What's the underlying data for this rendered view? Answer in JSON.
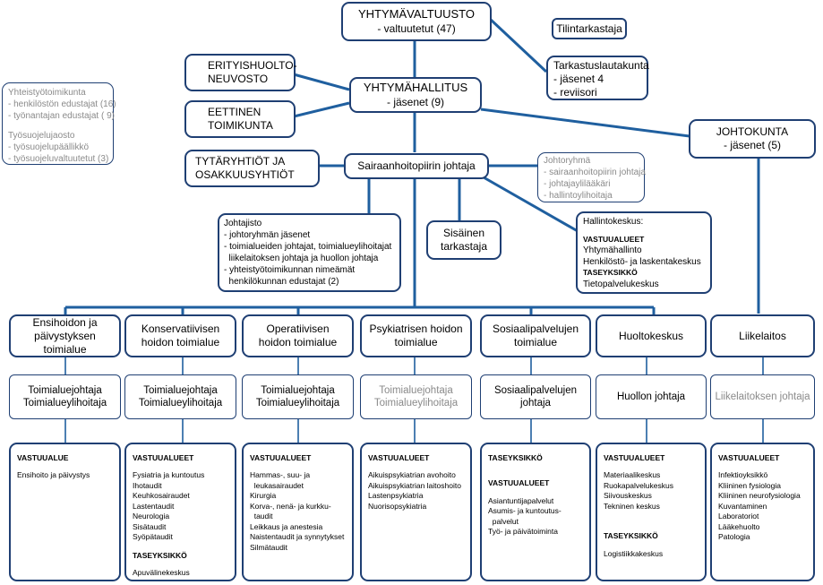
{
  "top": {
    "valtuusto": [
      "YHTYMÄVALTUUSTO",
      "- valtuutetut (47)"
    ],
    "tilintarkastaja": "Tilintarkastaja",
    "tarkastuslautakunta": [
      "Tarkastuslautakunta",
      "- jäsenet 4",
      "- reviisori"
    ],
    "erityishuolto": [
      "ERITYISHUOLTO-",
      "NEUVOSTO"
    ],
    "hallitus": [
      "YHTYMÄHALLITUS",
      "- jäsenet (9)"
    ],
    "eettinen": [
      "EETTINEN",
      "TOIMIKUNTA"
    ],
    "johtokunta": [
      "JOHTOKUNTA",
      "- jäsenet (5)"
    ],
    "tytaryhtiot": [
      "TYTÄRYHTIÖT JA",
      "OSAKKUUSYHTIÖT"
    ],
    "johtaja": "Sairaanhoitopiirin johtaja",
    "sisainen": [
      "Sisäinen",
      "tarkastaja"
    ]
  },
  "side": {
    "yhteistyo": [
      "Yhteistyötoimikunta",
      "- henkilöstön edustajat (16)",
      "- työnantajan edustajat ( 9)"
    ],
    "tyosuojelu": [
      "Työsuojelujaosto",
      "- työsuojelupäällikkö",
      "- työsuojeluvaltuutetut (3)"
    ]
  },
  "johtoryhma": [
    "Johtoryhmä",
    "- sairaanhoitopiirin johtaja",
    "- johtajaylilääkäri",
    "- hallintoylihoitaja"
  ],
  "johtajisto": [
    "Johtajisto",
    "- johtoryhmän jäsenet",
    "- toimialueiden johtajat, toimialueylihoitajat",
    "  liikelaitoksen johtaja ja huollon johtaja",
    "- yhteistyötoimikunnan nimeämät",
    "  henkilökunnan edustajat (2)"
  ],
  "hallintokeskus": {
    "title": "Hallintokeskus:",
    "vastuu_head": "VASTUUALUEET",
    "vastuu": [
      "Yhtymähallinto",
      "Henkilöstö- ja laskentakeskus"
    ],
    "tase_head": "TASEYKSIKKÖ",
    "tase": [
      "Tietopalvelukeskus"
    ]
  },
  "columns": [
    {
      "name": [
        "Ensihoidon ja",
        "päivystyksen",
        "toimialue"
      ],
      "lead": [
        "Toimialuejohtaja",
        "Toimialueylihoitaja"
      ],
      "sections": [
        {
          "head": "VASTUUALUE",
          "items": [
            "Ensihoito ja päivystys"
          ]
        }
      ]
    },
    {
      "name": [
        "Konservatiivisen",
        "hoidon toimialue"
      ],
      "lead": [
        "Toimialuejohtaja",
        "Toimialueylihoitaja"
      ],
      "sections": [
        {
          "head": "VASTUUALUEET",
          "items": [
            "Fysiatria ja kuntoutus",
            "Ihotaudit",
            "Keuhkosairaudet",
            "Lastentaudit",
            "Neurologia",
            "Sisätaudit",
            "Syöpätaudit"
          ]
        },
        {
          "head": "TASEYKSIKKÖ",
          "items": [
            "Apuvälinekeskus"
          ]
        }
      ]
    },
    {
      "name": [
        "Operatiivisen",
        "hoidon toimialue"
      ],
      "lead": [
        "Toimialuejohtaja",
        "Toimialueylihoitaja"
      ],
      "sections": [
        {
          "head": "VASTUUALUEET",
          "items": [
            "Hammas-, suu- ja",
            "  leukasairaudet",
            "Kirurgia",
            "Korva-, nenä- ja kurkku-",
            "  taudit",
            "Leikkaus ja anestesia",
            "Naistentaudit ja synnytykset",
            "Silmätaudit"
          ]
        }
      ]
    },
    {
      "name": [
        "Psykiatrisen hoidon",
        "toimialue"
      ],
      "lead": [
        "Toimialuejohtaja",
        "Toimialueylihoitaja"
      ],
      "lead_grey": true,
      "sections": [
        {
          "head": "VASTUUALUEET",
          "items": [
            "Aikuispsykiatrian avohoito",
            "Aikuispsykiatrian laitoshoito",
            "Lastenpsykiatria",
            "Nuorisopsykiatria"
          ]
        }
      ]
    },
    {
      "name": [
        "Sosiaalipalvelujen",
        "toimialue"
      ],
      "lead": [
        "Sosiaalipalvelujen",
        "johtaja"
      ],
      "sections": [
        {
          "head": "TASEYKSIKKÖ",
          "items": []
        },
        {
          "head": "VASTUUALUEET",
          "items": [
            "Asiantuntijapalvelut",
            "Asumis- ja kuntoutus-",
            "  palvelut",
            "Työ- ja päivätoiminta"
          ]
        }
      ]
    },
    {
      "name": [
        "Huoltokeskus"
      ],
      "lead": [
        "Huollon johtaja"
      ],
      "sections": [
        {
          "head": "VASTUUALUEET",
          "items": [
            "Materiaalikeskus",
            "Ruokapalvelukeskus",
            "Siivouskeskus",
            "Tekninen keskus"
          ]
        },
        {
          "head": "TASEYKSIKKÖ",
          "items": [
            "Logistiikkakeskus"
          ]
        }
      ]
    },
    {
      "name": [
        "Liikelaitos"
      ],
      "lead": [
        "Liikelaitoksen johtaja"
      ],
      "lead_grey": true,
      "sections": [
        {
          "head": "VASTUUALUEET",
          "items": [
            "Infektioyksikkö",
            "Kliininen fysiologia",
            "Kliininen neurofysiologia",
            "Kuvantaminen",
            "Laboratoriot",
            "Lääkehuolto",
            "Patologia"
          ]
        }
      ]
    }
  ]
}
